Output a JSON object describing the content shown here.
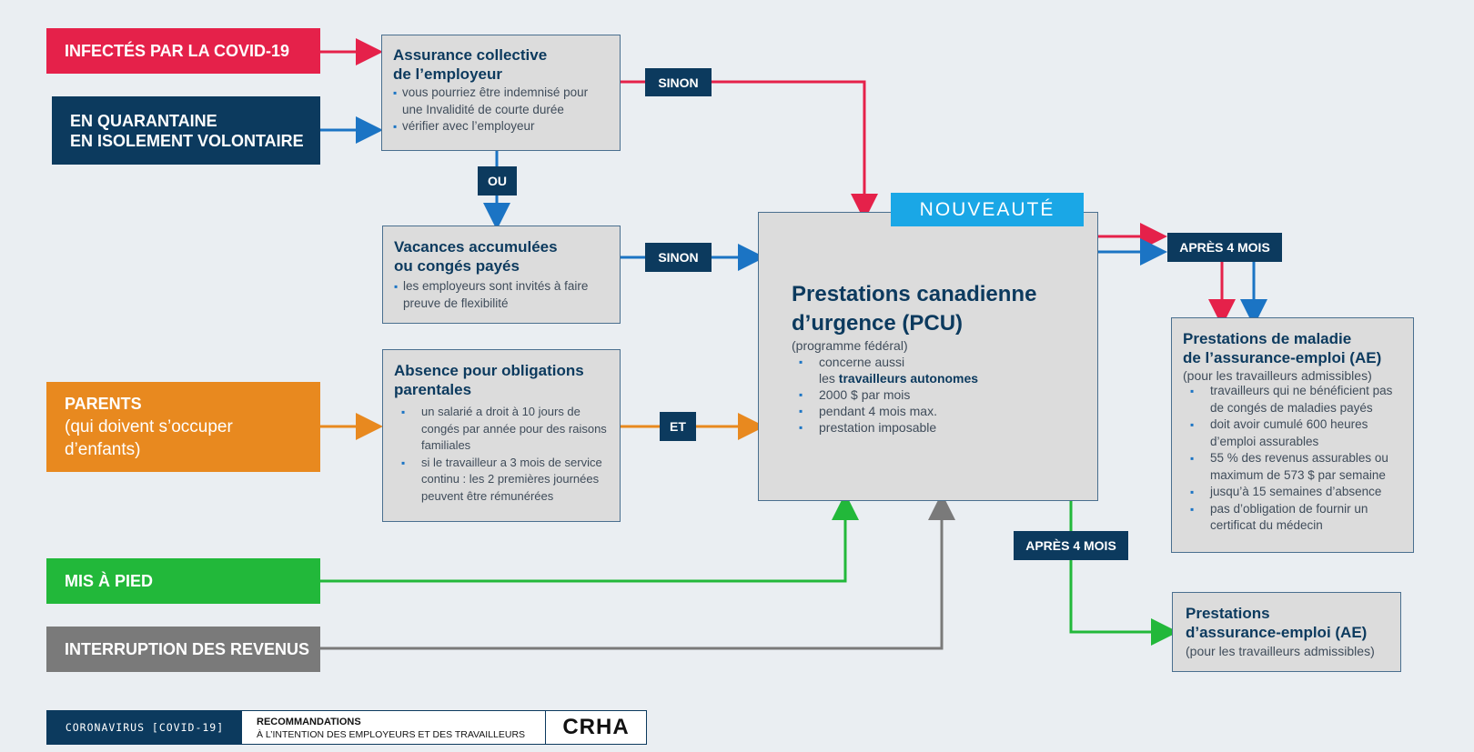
{
  "labels": {
    "infected": "INFECTÉS PAR LA COVID-19",
    "quarantine_1": "EN QUARANTAINE",
    "quarantine_2": "EN ISOLEMENT VOLONTAIRE",
    "parents_title": "PARENTS",
    "parents_sub_1": "(qui doivent s’occuper",
    "parents_sub_2": "d’enfants)",
    "laid_off": "MIS À PIED",
    "income": "INTERRUPTION DES REVENUS"
  },
  "boxes": {
    "insurance": {
      "title_1": "Assurance collective",
      "title_2": "de l’employeur",
      "items": [
        "vous pourriez être indemnisé pour une Invalidité de courte durée",
        "vérifier avec l’employeur"
      ]
    },
    "vacation": {
      "title_1": "Vacances accumulées",
      "title_2": "ou congés payés",
      "items": [
        "les employeurs sont invités à faire preuve de flexibilité"
      ]
    },
    "parental": {
      "title_1": "Absence pour obligations",
      "title_2": "parentales",
      "items": [
        "un salarié a droit à 10 jours de congés par année pour des raisons familiales",
        "si le travailleur a 3 mois de service continu : les 2 premières journées peuvent être rémunérées"
      ]
    },
    "pcu": {
      "badge": "NOUVEAUTÉ",
      "title_1": "Prestations canadienne",
      "title_2": "d’urgence (PCU)",
      "subtitle": "(programme fédéral)",
      "item_1a": "concerne aussi",
      "item_1b": "les ",
      "item_1c": "travailleurs autonomes",
      "items": [
        "2000 $ par mois",
        "pendant 4 mois max.",
        "prestation imposable"
      ]
    },
    "sickness": {
      "title_1": "Prestations de maladie",
      "title_2": "de l’assurance-emploi (AE)",
      "subtitle": "(pour les travailleurs admissibles)",
      "items": [
        "travailleurs qui ne bénéficient pas de congés de maladies payés",
        "doit avoir cumulé 600 heures d’emploi assurables",
        "55 % des revenus assurables ou maximum de 573 $ par semaine",
        "jusqu’à 15 semaines d’absence",
        "pas d’obligation de fournir un certificat du médecin"
      ]
    },
    "ei": {
      "title_1": "Prestations",
      "title_2": "d’assurance-emploi (AE)",
      "subtitle": "(pour les travailleurs admissibles)"
    }
  },
  "connectors": {
    "sinon_1": "SINON",
    "ou": "OU",
    "sinon_2": "SINON",
    "et": "ET",
    "after_1": "APRÈS 4 MOIS",
    "after_2": "APRÈS 4 MOIS"
  },
  "footer": {
    "tag": "CORONAVIRUS [COVID-19]",
    "rec_1": "RECOMMANDATIONS",
    "rec_2": "À L’INTENTION DES EMPLOYEURS ET DES TRAVAILLEURS",
    "logo": "CRHA"
  },
  "colors": {
    "red": "#e5214a",
    "navy": "#0c3a5e",
    "orange": "#e8891f",
    "green": "#22b83a",
    "gray": "#7a7a7a",
    "blue": "#1b74c4",
    "cyan": "#1aa7e6"
  }
}
